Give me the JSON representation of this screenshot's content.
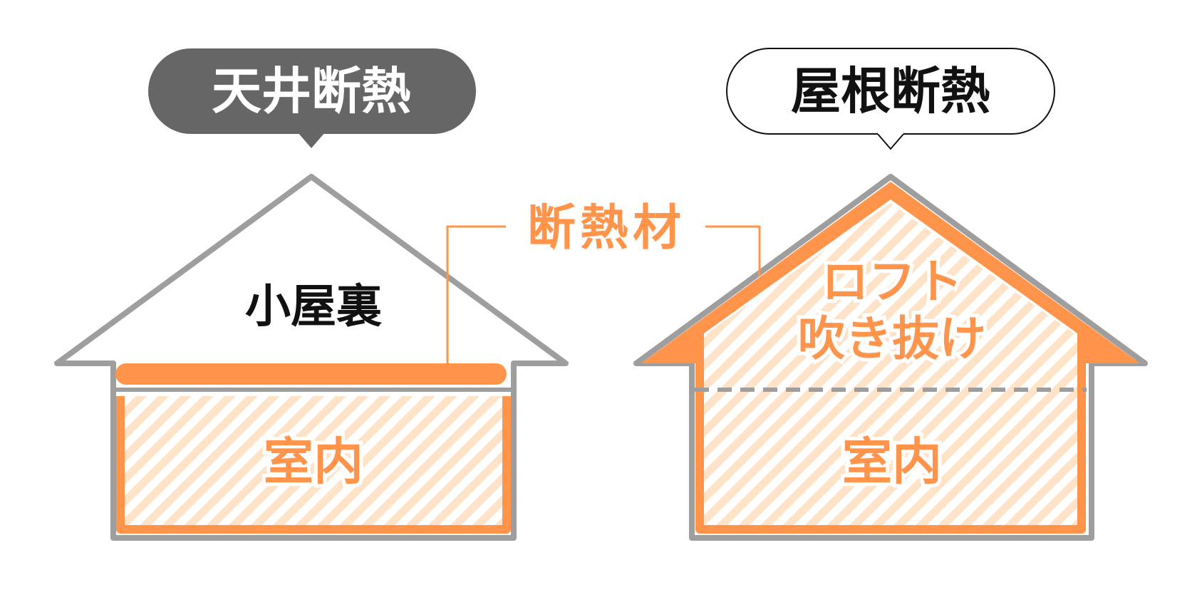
{
  "left": {
    "title": "天井断熱",
    "attic_label": "小屋裏",
    "room_label": "室内"
  },
  "right": {
    "title": "屋根断熱",
    "loft_label_line1": "ロフト",
    "loft_label_line2": "吹き抜け",
    "room_label": "室内"
  },
  "insulation_label": "断熱材",
  "colors": {
    "insulation": "#FF944A",
    "outline": "#9E9E9E",
    "stripe_light": "#FFE3C8",
    "dark_bubble": "#666666",
    "text": "#111111"
  }
}
